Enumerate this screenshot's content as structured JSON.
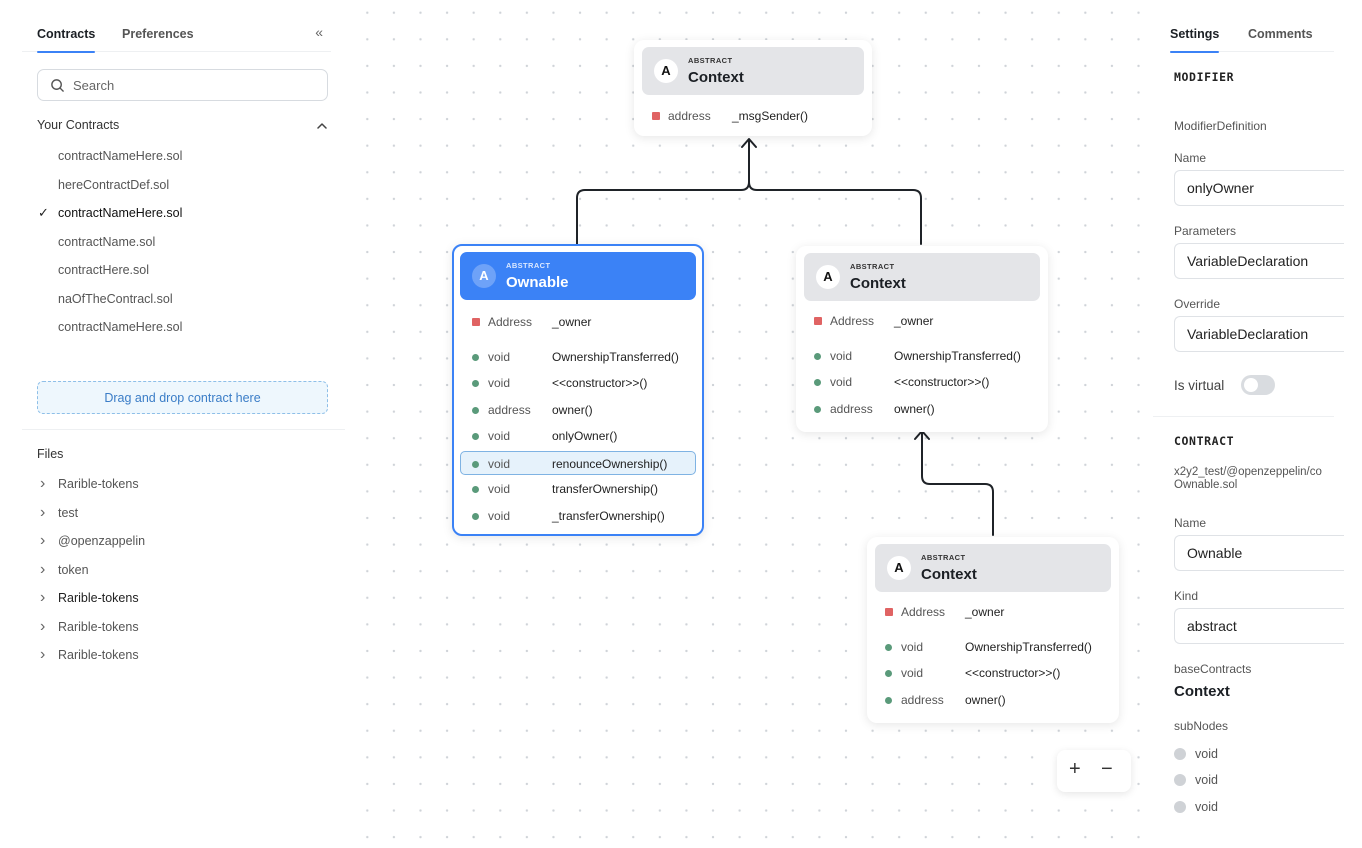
{
  "sidebar": {
    "tabs": [
      "Contracts",
      "Preferences"
    ],
    "collapse_icon": "«",
    "search_placeholder": "Search",
    "your_contracts_label": "Your Contracts",
    "contracts": [
      "contractNameHere.sol",
      "hereContractDef.sol",
      "contractNameHere.sol",
      "contractName.sol",
      "contractHere.sol",
      "naOfTheContracl.sol",
      "contractNameHere.sol"
    ],
    "selected_contract_index": 2,
    "dropzone_label": "Drag and drop contract here",
    "files_label": "Files",
    "files": [
      "Rarible-tokens",
      "test",
      "@openzappelin",
      "token",
      "Rarible-tokens",
      "Rarible-tokens",
      "Rarible-tokens"
    ],
    "bold_file_index": 4
  },
  "canvas": {
    "nodes": [
      {
        "kind": "ABSTRACT",
        "name": "Context",
        "badge": "A",
        "rows": [
          {
            "t": "address",
            "n": "_msgSender()",
            "m": "var"
          }
        ]
      },
      {
        "kind": "ABSTRACT",
        "name": "Ownable",
        "badge": "A",
        "rows": [
          {
            "t": "Address",
            "n": "_owner",
            "m": "var"
          },
          {
            "t": "void",
            "n": "OwnershipTransferred()",
            "m": "fn"
          },
          {
            "t": "void",
            "n": "<<constructor>>()",
            "m": "fn"
          },
          {
            "t": "address",
            "n": "owner()",
            "m": "fn"
          },
          {
            "t": "void",
            "n": "onlyOwner()",
            "m": "fn"
          },
          {
            "t": "void",
            "n": "renounceOwnership()",
            "m": "fn"
          },
          {
            "t": "void",
            "n": "transferOwnership()",
            "m": "fn"
          },
          {
            "t": "void",
            "n": "_transferOwnership()",
            "m": "fn"
          }
        ]
      },
      {
        "kind": "ABSTRACT",
        "name": "Context",
        "badge": "A",
        "rows": [
          {
            "t": "Address",
            "n": "_owner",
            "m": "var"
          },
          {
            "t": "void",
            "n": "OwnershipTransferred()",
            "m": "fn"
          },
          {
            "t": "void",
            "n": "<<constructor>>()",
            "m": "fn"
          },
          {
            "t": "address",
            "n": "owner()",
            "m": "fn"
          }
        ]
      },
      {
        "kind": "ABSTRACT",
        "name": "Context",
        "badge": "A",
        "rows": [
          {
            "t": "Address",
            "n": "_owner",
            "m": "var"
          },
          {
            "t": "void",
            "n": "OwnershipTransferred()",
            "m": "fn"
          },
          {
            "t": "void",
            "n": "<<constructor>>()",
            "m": "fn"
          },
          {
            "t": "address",
            "n": "owner()",
            "m": "fn"
          }
        ]
      }
    ],
    "selected_node_index": 1,
    "highlighted_row": {
      "node": 1,
      "row": 5
    },
    "zoom_in": "+",
    "zoom_out": "−"
  },
  "panel": {
    "tabs": [
      "Settings",
      "Comments"
    ],
    "modifier_title": "MODIFIER",
    "modifier_type": "ModifierDefinition",
    "name_label": "Name",
    "name_value": "onlyOwner",
    "parameters_label": "Parameters",
    "parameters_value": "VariableDeclaration",
    "override_label": "Override",
    "override_value": "VariableDeclaration",
    "is_virtual_label": "Is virtual",
    "is_virtual": false,
    "contract_title": "CONTRACT",
    "contract_path_line1": "x2y2_test/@openzeppelin/co",
    "contract_path_line2": "Ownable.sol",
    "contract_name_label": "Name",
    "contract_name_value": "Ownable",
    "kind_label": "Kind",
    "kind_value": "abstract",
    "base_contracts_label": "baseContracts",
    "base_contracts_value": "Context",
    "subnodes_label": "subNodes",
    "subnodes": [
      "void",
      "void",
      "void"
    ]
  },
  "colors": {
    "accent": "#3b82f6",
    "variable": "#e06363",
    "function": "#5a9a7a"
  }
}
